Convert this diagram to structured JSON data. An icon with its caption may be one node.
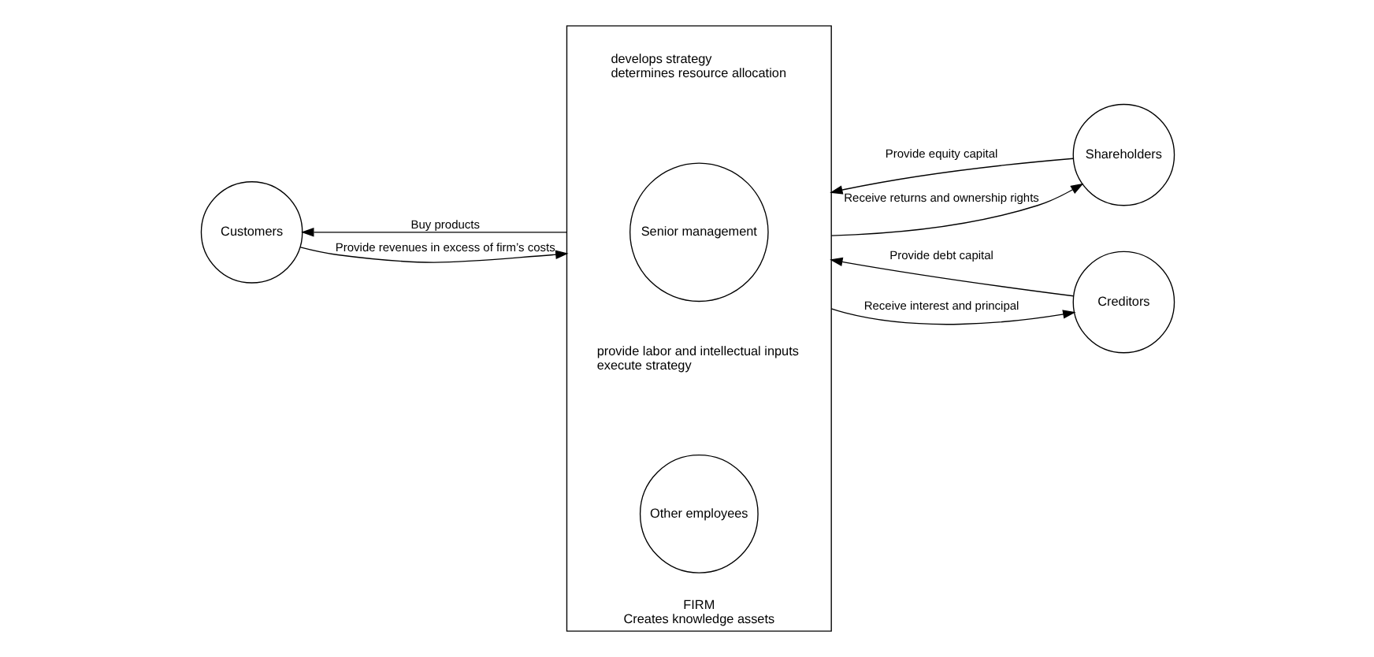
{
  "diagram": {
    "nodes": [
      {
        "text": [
          "FIRM",
          "Creates knowledge assets"
        ]
      },
      {
        "text": [
          "Senior management"
        ],
        "in": 0,
        "beside": [
          "develops strategy",
          "determines resource allocation"
        ]
      },
      {
        "text": [
          "Other employees"
        ],
        "in": 0,
        "beside": [
          "provide labor and intellectual inputs",
          "execute strategy"
        ]
      },
      {
        "text": [
          "Customers"
        ]
      },
      {
        "text": [
          "Shareholders"
        ]
      },
      {
        "text": [
          "Creditors"
        ]
      }
    ],
    "edges": [
      {
        "from": 0,
        "to": 3,
        "arrow": "to",
        "label": "Buy products"
      },
      {
        "from": 3,
        "to": 0,
        "arrow": "to",
        "label": "Provide revenues in excess of firm’s costs"
      },
      {
        "from": 4,
        "to": 0,
        "arrow": "to",
        "label": "Provide equity capital"
      },
      {
        "from": 0,
        "to": 4,
        "arrow": "to",
        "label": "Receive returns and ownership rights"
      },
      {
        "from": 5,
        "to": 0,
        "arrow": "to",
        "label": "Provide debt capital"
      },
      {
        "from": 0,
        "to": 5,
        "arrow": "to",
        "label": "Receive interest and principal"
      }
    ]
  }
}
